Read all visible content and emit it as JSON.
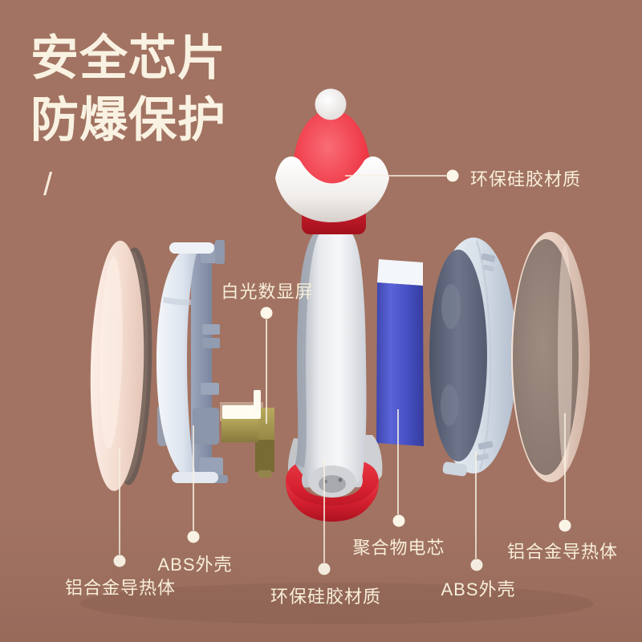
{
  "title": {
    "line1": "安全芯片",
    "line2": "防爆保护",
    "slash": "/"
  },
  "callouts": {
    "silicone_top": {
      "label": "环保硅胶材质"
    },
    "display": {
      "label": "白光数显屏"
    },
    "aluminum_left": {
      "label": "铝合金导热体"
    },
    "abs_left": {
      "label": "ABS外壳"
    },
    "silicone_bottom": {
      "label": "环保硅胶材质"
    },
    "battery": {
      "label": "聚合物电芯"
    },
    "abs_right": {
      "label": "ABS外壳"
    },
    "aluminum_right": {
      "label": "铝合金导热体"
    }
  },
  "colors": {
    "background": "#a27362",
    "headline_text": "#f9f2e2",
    "callout_text": "#f7eeda",
    "leader_line": "#f8f1e2",
    "silicone_red": "#ee3442",
    "battery_blue": "#4a52c6",
    "shell_white": "#e3eaf2",
    "aluminum_pink": "#f2ddd1",
    "pcb_gold": "#a4964d"
  }
}
